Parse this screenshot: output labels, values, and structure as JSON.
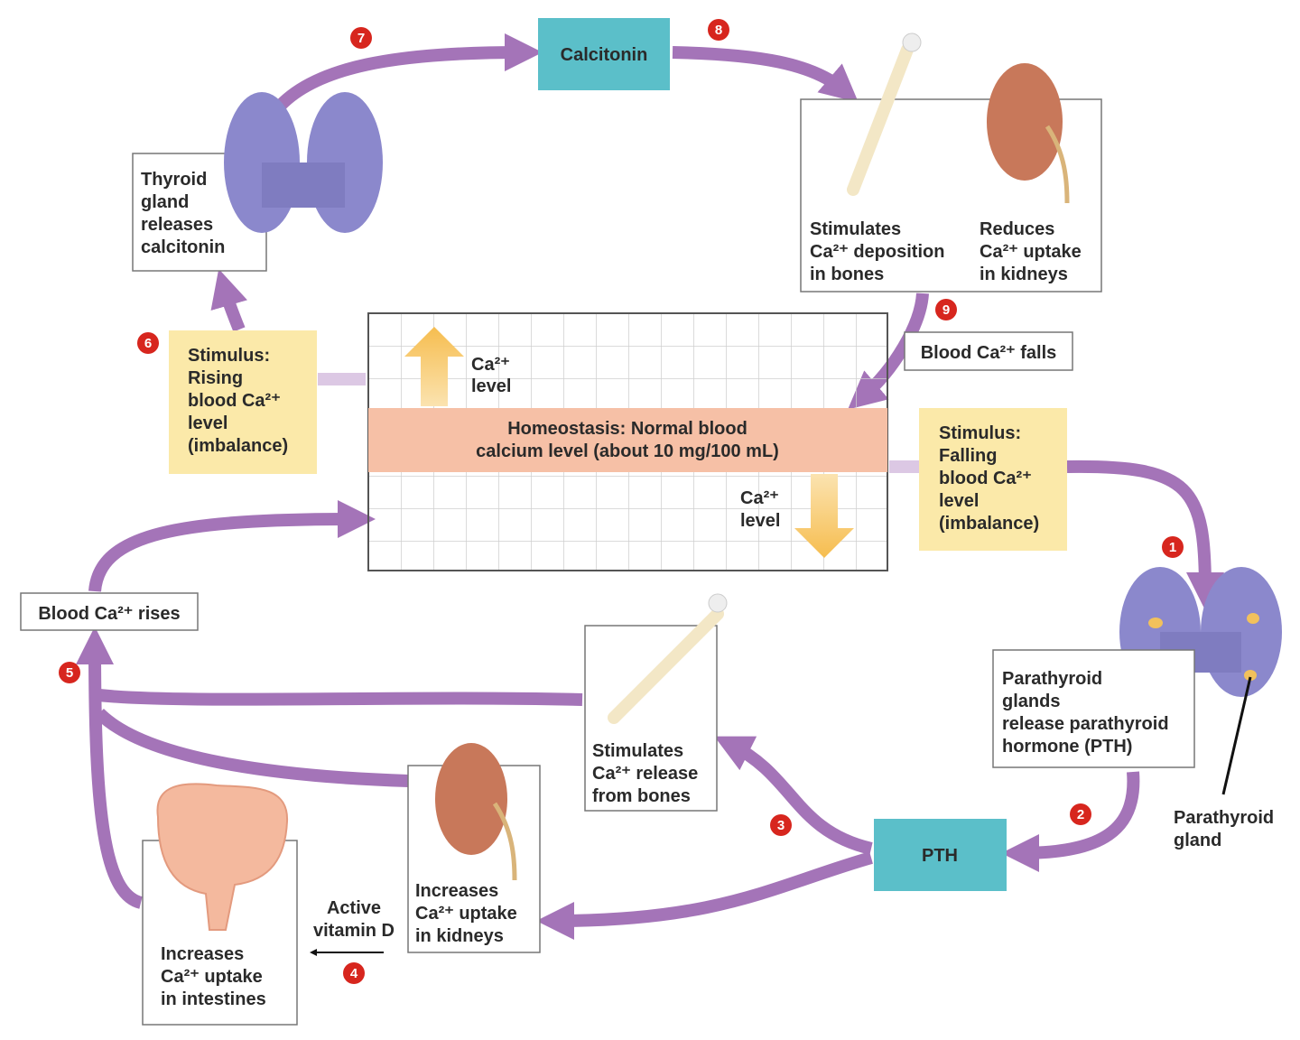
{
  "title": "",
  "colors": {
    "arrow": "#a474b8",
    "hormone_box": "#5bbfc9",
    "stimulus_box": "#fbe9a9",
    "homeostasis_band": "#f6c0a6",
    "step_marker": "#d7261e",
    "level_arrow": "#f7c35a"
  },
  "homeostasis": {
    "line1": "Homeostasis: Normal blood",
    "line2": "calcium level (about 10 mg/100 mL)",
    "up_label": [
      "Ca²⁺",
      "level"
    ],
    "down_label": [
      "Ca²⁺",
      "level"
    ]
  },
  "hormones": {
    "calcitonin": "Calcitonin",
    "pth": "PTH"
  },
  "stimulus_rising": [
    "Stimulus:",
    "Rising",
    "blood Ca²⁺",
    "level",
    "(imbalance)"
  ],
  "stimulus_falling": [
    "Stimulus:",
    "Falling",
    "blood Ca²⁺",
    "level",
    "(imbalance)"
  ],
  "thyroid_label": [
    "Thyroid",
    "gland",
    "releases",
    "calcitonin"
  ],
  "bone_deposition": [
    "Stimulates",
    "Ca²⁺ deposition",
    "in bones"
  ],
  "kidney_reduces": [
    "Reduces",
    "Ca²⁺ uptake",
    "in kidneys"
  ],
  "blood_falls": "Blood Ca²⁺ falls",
  "blood_rises": "Blood Ca²⁺ rises",
  "parathyroid_label": [
    "Parathyroid",
    "glands",
    "release parathyroid",
    "hormone (PTH)"
  ],
  "parathyroid_gland": [
    "Parathyroid",
    "gland"
  ],
  "bone_release": [
    "Stimulates",
    "Ca²⁺ release",
    "from bones"
  ],
  "kidney_increase": [
    "Increases",
    "Ca²⁺ uptake",
    "in kidneys"
  ],
  "intestine": [
    "Increases",
    "Ca²⁺ uptake",
    "in intestines"
  ],
  "vitamin_d": [
    "Active",
    "vitamin D"
  ],
  "steps": [
    "1",
    "2",
    "3",
    "4",
    "5",
    "6",
    "7",
    "8",
    "9"
  ]
}
